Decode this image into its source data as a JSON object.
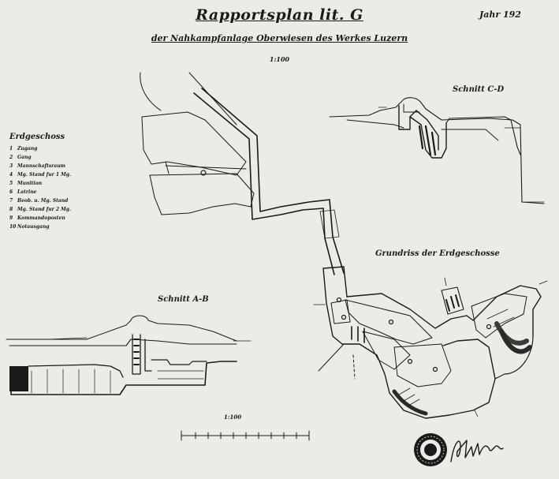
{
  "sheet": {
    "title": "Rapportsplan lit. G",
    "subtitle": "der Nahkampfanlage Oberwiesen des Werkes Luzern",
    "year": "Jahr 192",
    "scale_top": "1:100",
    "scale_bottom": "1:100"
  },
  "sections": {
    "cd": "Schnitt C-D",
    "ab": "Schnitt A-B",
    "plan": "Grundriss der Erdgeschosse"
  },
  "legend": {
    "title": "Erdgeschoss",
    "items": [
      {
        "num": "1",
        "label": "Zugang"
      },
      {
        "num": "2",
        "label": "Gang"
      },
      {
        "num": "3",
        "label": "Mannschaftsraum"
      },
      {
        "num": "4",
        "label": "Mg. Stand fur 1 Mg."
      },
      {
        "num": "5",
        "label": "Munition"
      },
      {
        "num": "6",
        "label": "Latrine"
      },
      {
        "num": "7",
        "label": "Beob. u. Mg. Stand"
      },
      {
        "num": "8",
        "label": "Mg. Stand fur 2 Mg."
      },
      {
        "num": "9",
        "label": "Kommandoposten"
      },
      {
        "num": "10",
        "label": "Notausgang"
      }
    ]
  },
  "colors": {
    "paper": "#ecece7",
    "ink": "#1a1a1a",
    "frame": "#0f0f0f"
  }
}
